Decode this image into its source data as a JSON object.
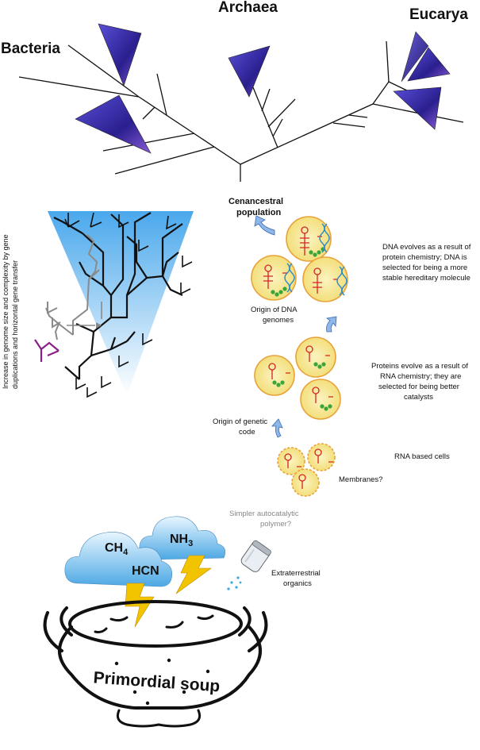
{
  "tree": {
    "domains": [
      "Bacteria",
      "Archaea",
      "Eucarya"
    ],
    "root_label_line1": "Cenancestral",
    "root_label_line2": "population"
  },
  "side_label_line1": "Increase in genome size and complexity by gene",
  "side_label_line2": "duplications and horizontal gene transfer",
  "stages": {
    "dna_desc": [
      "DNA evolves as a result of",
      "protein chemistry; DNA is",
      "selected for being a more",
      "stable hereditary molecule"
    ],
    "origin_dna": [
      "Origin of DNA",
      "genomes"
    ],
    "protein_desc": [
      "Proteins evolve as a result of",
      "RNA chemistry; they are",
      "selected for being better",
      "catalysts"
    ],
    "origin_code": [
      "Origin of genetic",
      "code"
    ],
    "rna_cells": "RNA based cells",
    "membranes": "Membranes?",
    "autocatalytic": [
      "Simpler autocatalytic",
      "polymer?"
    ],
    "extraterrestrial": [
      "Extraterrestrial",
      "organics"
    ]
  },
  "clouds": {
    "ch4": "CH",
    "ch4_sub": "4",
    "nh3": "NH",
    "nh3_sub": "3",
    "hcn": "HCN"
  },
  "pot_label": "Primordial soup",
  "colors": {
    "wedge": "#3a2a9e",
    "cell_fill": "#f7e89a",
    "cell_stroke": "#e8a23a",
    "rna": "#d42424",
    "protein": "#3aa63a",
    "dna": "#2a8ac8",
    "arrow": "#8fb8e8",
    "lightning": "#f2c400"
  }
}
